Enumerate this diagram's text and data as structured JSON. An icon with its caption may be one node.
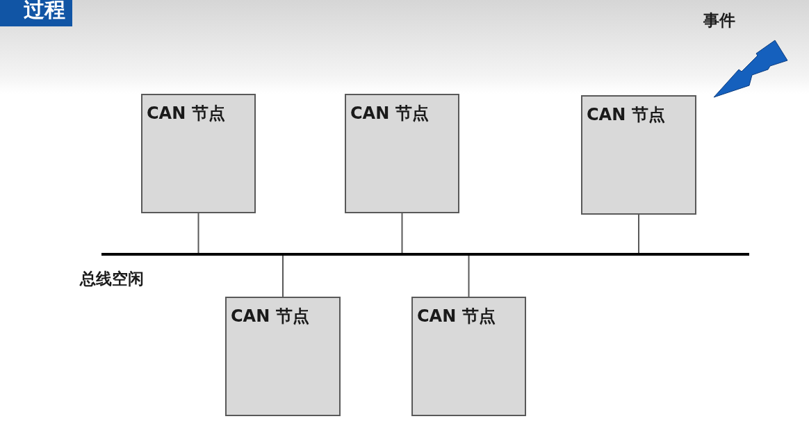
{
  "diagram": {
    "title": "过程",
    "nodes": [
      {
        "text": [
          "CAN 节点"
        ]
      },
      {
        "text": [
          "CAN 节点"
        ]
      },
      {
        "text": [
          "CAN 节点"
        ]
      },
      {
        "text": [
          "CAN 节点"
        ]
      },
      {
        "text": [
          "CAN 节点"
        ]
      },
      {
        "text": [],
        "shape": "bar",
        "beside": [
          "总线空闲"
        ]
      }
    ],
    "edges": [
      {
        "from": 0,
        "to": 5,
        "arrow": "none"
      },
      {
        "from": 1,
        "to": 5,
        "arrow": "none"
      },
      {
        "from": 2,
        "to": 5,
        "arrow": "none"
      },
      {
        "from": 3,
        "to": 5,
        "arrow": "none"
      },
      {
        "from": 4,
        "to": 5,
        "arrow": "none"
      }
    ],
    "labels": [
      "事件"
    ]
  }
}
